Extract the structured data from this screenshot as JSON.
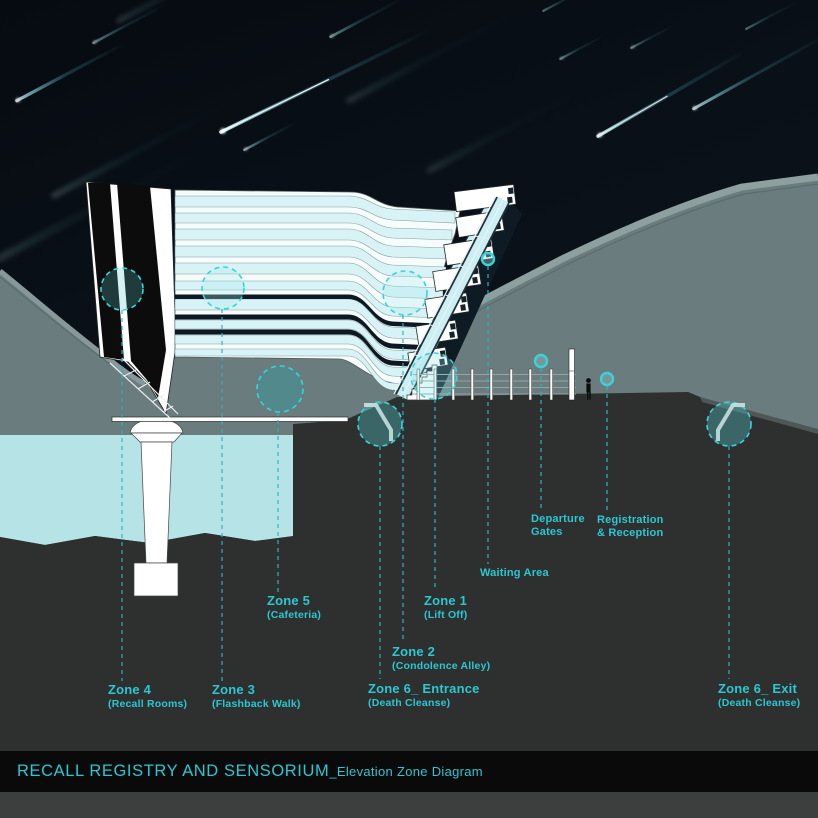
{
  "title_bar": {
    "main": "RECALL REGISTRY AND SENSORIUM",
    "sub": "_Elevation Zone Diagram"
  },
  "labels": {
    "zone4": {
      "title": "Zone 4",
      "sub": "(Recall Rooms)"
    },
    "zone3": {
      "title": "Zone 3",
      "sub": "(Flashback Walk)"
    },
    "zone5": {
      "title": "Zone 5",
      "sub": "(Cafeteria)"
    },
    "zone2": {
      "title": "Zone 2",
      "sub": "(Condolence Alley)"
    },
    "zone1": {
      "title": "Zone 1",
      "sub": "(Lift Off)"
    },
    "zone6_entrance": {
      "title": "Zone 6_ Entrance",
      "sub": "(Death Cleanse)"
    },
    "zone6_exit": {
      "title": "Zone 6_ Exit",
      "sub": "(Death Cleanse)"
    },
    "waiting_area": {
      "title": "Waiting Area"
    },
    "departure_gates": {
      "title": "Departure",
      "sub": "Gates"
    },
    "registration": {
      "title": "Registration",
      "sub": "& Reception"
    }
  },
  "colors": {
    "accent": "#2bc7d3",
    "marker": "#3bd3da",
    "leader": "#2db5c2",
    "sky": "#0a1018",
    "hill": "#6a7c7e",
    "hill_edge": "#8e9f9f",
    "ground": "#2e302f",
    "water": "#b6e4e6",
    "band": "#d8f3f5",
    "titlebar": "#0a0a0a",
    "strip": "#3d3f3f"
  }
}
